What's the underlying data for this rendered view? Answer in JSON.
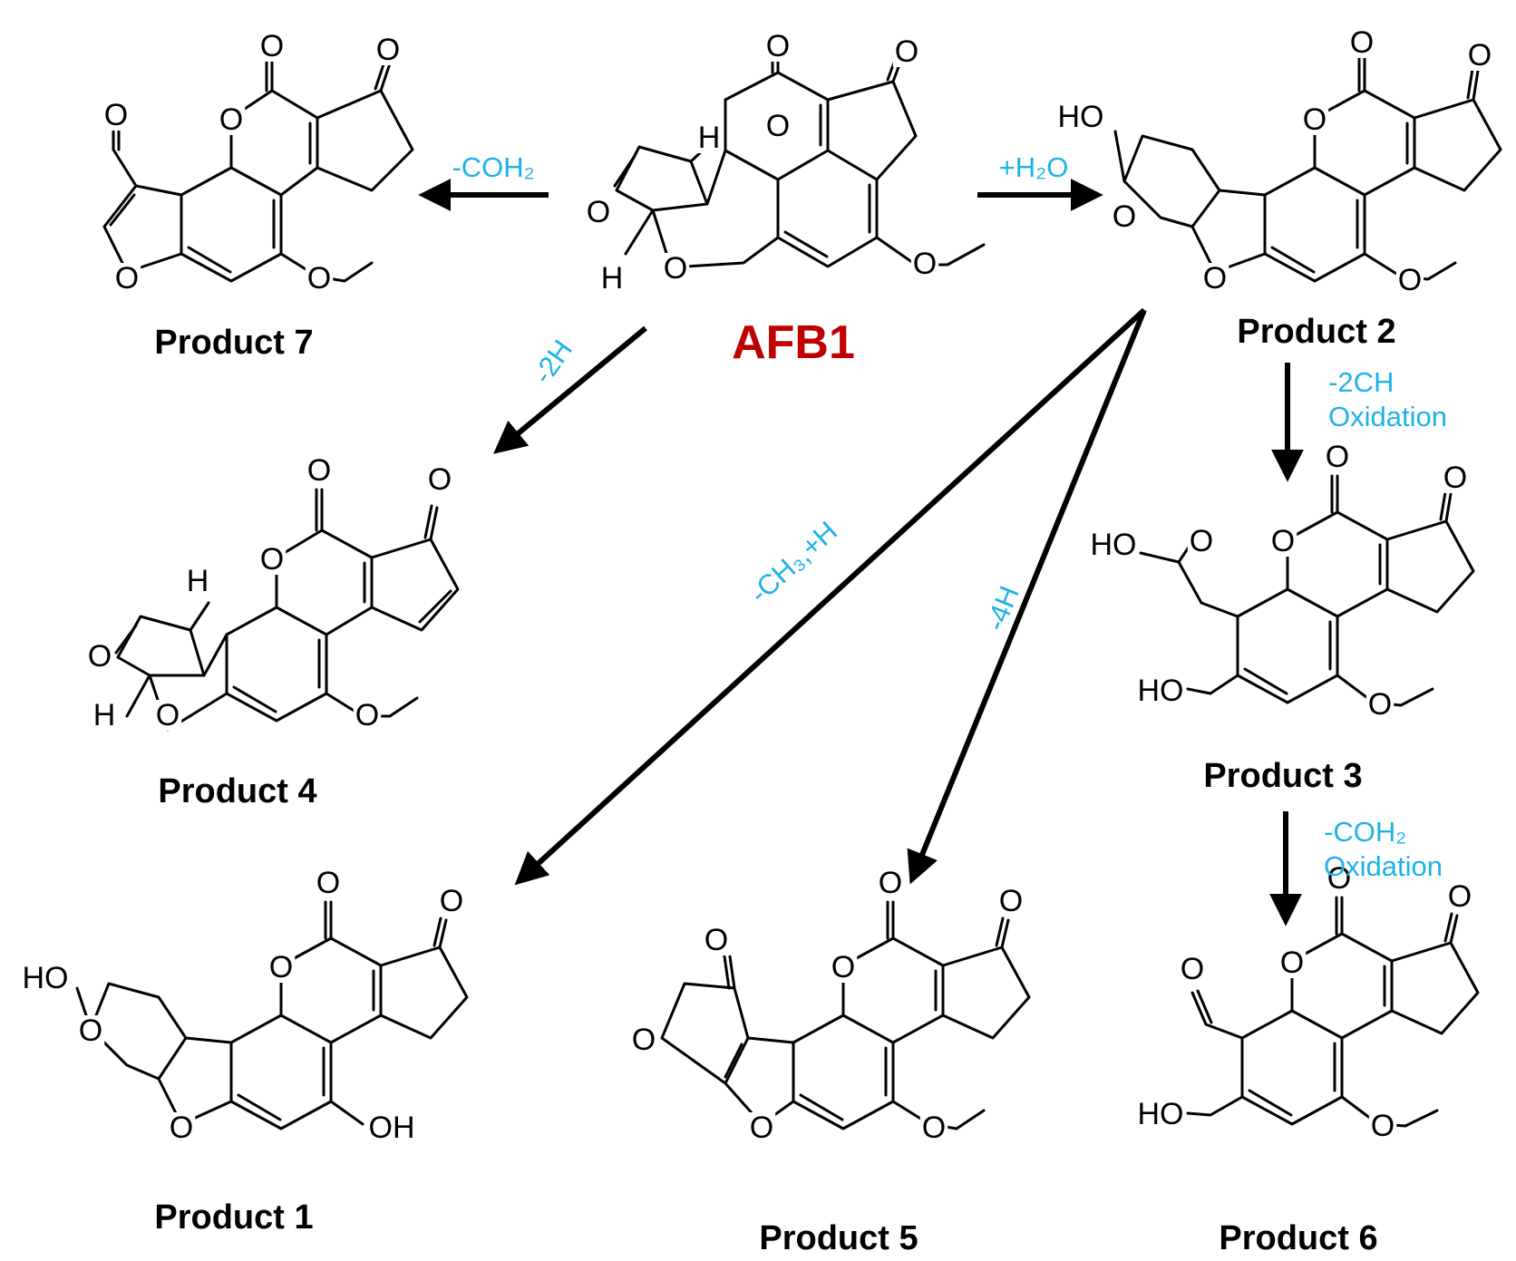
{
  "colors": {
    "compound_label": "#c00000",
    "condition": "#1fb2e8",
    "structure": "#000000"
  },
  "atoms": {
    "oxygen": "O",
    "hydrogen": "H",
    "hydroxyl": "HO",
    "hydroxyl_right": "OH"
  },
  "compounds": [
    {
      "label": "AFB1",
      "highlight": true
    },
    {
      "label": "Product 1"
    },
    {
      "label": "Product 2"
    },
    {
      "label": "Product 3"
    },
    {
      "label": "Product 4"
    },
    {
      "label": "Product 5"
    },
    {
      "label": "Product 6"
    },
    {
      "label": "Product 7"
    }
  ],
  "reactions": [
    {
      "from": "AFB1",
      "to": "Product 7",
      "condition": "-COH₂"
    },
    {
      "from": "AFB1",
      "to": "Product 2",
      "condition": "+H₂O"
    },
    {
      "from": "AFB1",
      "to": "Product 4",
      "condition": "-2H"
    },
    {
      "from": "Product 2",
      "to": "Product 1",
      "condition": "-CH₃,+H"
    },
    {
      "from": "Product 2",
      "to": "Product 5",
      "condition": "-4H"
    },
    {
      "from": "Product 2",
      "to": "Product 3",
      "condition": "-2CH",
      "condition_line2": "Oxidation"
    },
    {
      "from": "Product 3",
      "to": "Product 6",
      "condition": "-COH₂",
      "condition_line2": "Oxidation"
    }
  ]
}
